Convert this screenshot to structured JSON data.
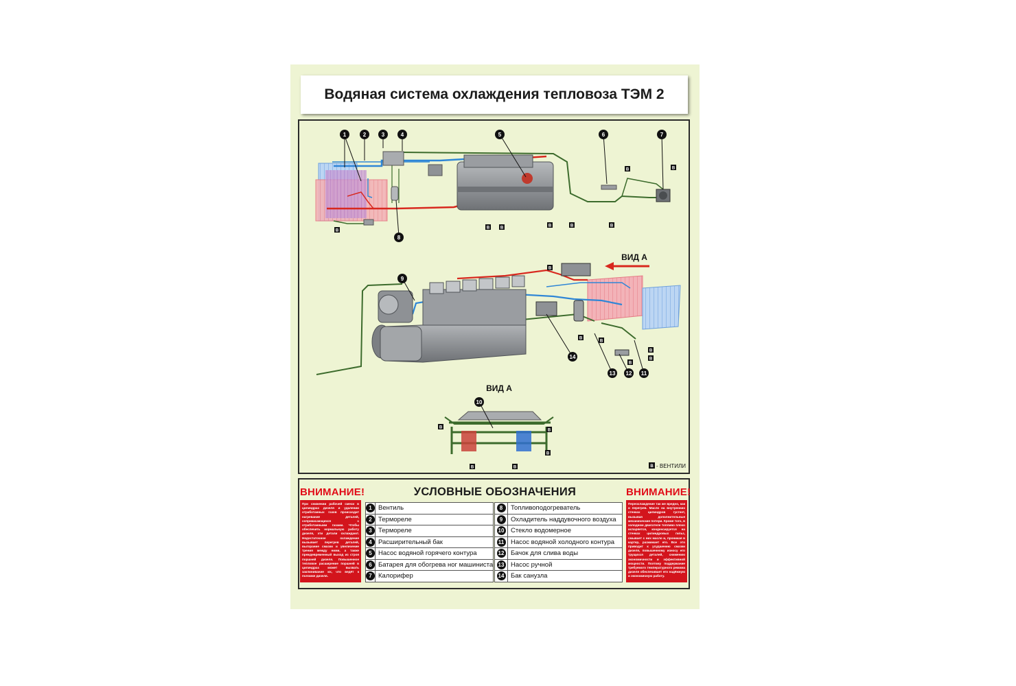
{
  "title": "Водяная система охлаждения тепловоза ТЭМ 2",
  "diagram": {
    "view_label_arrow": "ВИД А",
    "view_label_section": "ВИД А",
    "valve_marker": "В",
    "valve_legend": "- ВЕНТИЛИ",
    "callouts_top": [
      "1",
      "2",
      "3",
      "4",
      "5",
      "6",
      "7",
      "8"
    ],
    "callouts_middle": [
      "9",
      "14",
      "13",
      "12",
      "11"
    ],
    "callouts_bottom": [
      "10"
    ],
    "colors": {
      "hot_circuit": "#d8281e",
      "cold_circuit": "#2f86d6",
      "pipe_green": "#3c6b2c",
      "radiator_red": "#f0a2a8",
      "radiator_blue": "#a8c8ef",
      "engine_grey": "#8e9195"
    }
  },
  "legend": {
    "heading": "УСЛОВНЫЕ ОБОЗНАЧЕНИЯ",
    "left": [
      {
        "num": "1",
        "label": "Вентиль"
      },
      {
        "num": "2",
        "label": "Термореле"
      },
      {
        "num": "3",
        "label": "Термореле"
      },
      {
        "num": "4",
        "label": "Расширительный бак"
      },
      {
        "num": "5",
        "label": "Насос водяной горячего контура"
      },
      {
        "num": "6",
        "label": "Батарея для обогрева ног машиниста"
      },
      {
        "num": "7",
        "label": "Калорифер"
      }
    ],
    "right": [
      {
        "num": "8",
        "label": "Топливоподогреватель"
      },
      {
        "num": "9",
        "label": "Охладитель наддувочного воздуха"
      },
      {
        "num": "10",
        "label": "Стекло водомерное"
      },
      {
        "num": "11",
        "label": "Насос водяной холодного контура"
      },
      {
        "num": "12",
        "label": "Бачок для слива воды"
      },
      {
        "num": "13",
        "label": "Насос ручной"
      },
      {
        "num": "14",
        "label": "Бак санузла"
      }
    ]
  },
  "warnings": {
    "left_title": "ВНИМАНИЕ!",
    "left_text": "При снижении рабочей смеси в цилиндрах дизеля и удалении отработанных газов происходит нагревание деталей, соприкасающихся с отработанными газами. Чтобы обеспечить нормальную работу дизеля, эти детали охлаждают. Недостаточное охлаждение вызывает перегрев деталей, выгорание смазки и увеличение трения между ними, а также преждевременный выход из строя поршней дизеля. Повышенное тепловое расширение поршней в цилиндрах может вызвать заклинивание их, что ведёт к поломке дизеля.",
    "right_title": "ВНИМАНИЕ!",
    "right_text": "Переохлаждение так же вредно, как и перегрев. Масло на внутренних стенках цилиндров густеет, вызывая дополнительные механические потери. Кроме того, в холодном двигателе топливо плохо испаряется, конденсируется на стенках цилиндровых гильз, смывает с них масло и, проникая в картер, разжижает его. Все это приводит к ухудшению смазки дизеля, повышенному износу его трущихся деталей, снижению экономичности и эффективной мощности. Поэтому поддержание требуемого температурного режима дизеля обеспечивает его надёжную и экономичную работу."
  }
}
